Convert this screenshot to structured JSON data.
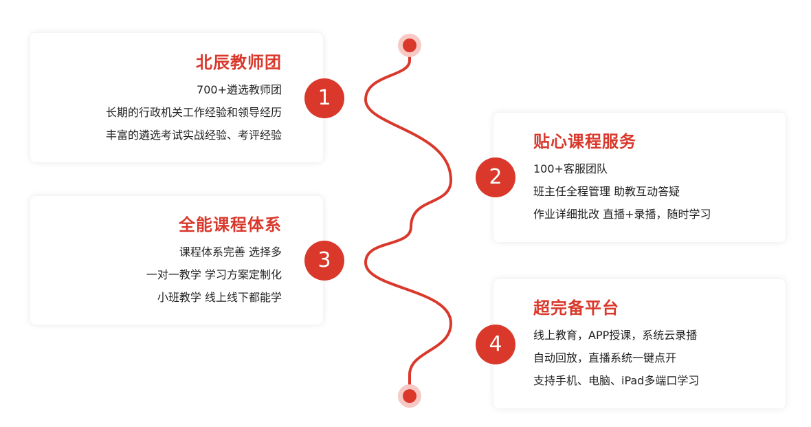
{
  "colors": {
    "accent": "#d9382b",
    "text": "#222222",
    "card_bg": "#ffffff",
    "dot_glow": "#f8c9c4"
  },
  "items": [
    {
      "number": "1",
      "title": "北辰教师团",
      "lines": [
        "700+遴选教师团",
        "长期的行政机关工作经验和领导经历",
        "丰富的遴选考试实战经验、考评经验"
      ]
    },
    {
      "number": "2",
      "title": "贴心课程服务",
      "lines": [
        "100+客服团队",
        "班主任全程管理  助教互动答疑",
        "作业详细批改  直播+录播，随时学习"
      ]
    },
    {
      "number": "3",
      "title": "全能课程体系",
      "lines": [
        "课程体系完善 选择多",
        "一对一教学 学习方案定制化",
        "小班教学 线上线下都能学"
      ]
    },
    {
      "number": "4",
      "title": "超完备平台",
      "lines": [
        "线上教育，APP授课，系统云录播",
        "自动回放，直播系统一键点开",
        "支持手机、电脑、iPad多端口学习"
      ]
    }
  ]
}
